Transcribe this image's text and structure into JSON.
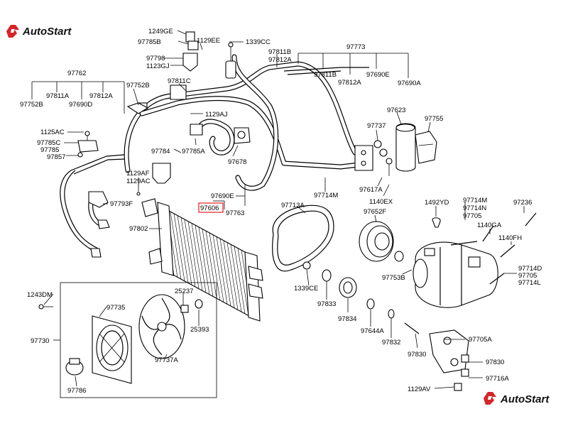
{
  "brand": {
    "name": "AutoStart",
    "accent": "#d8232a"
  },
  "highlight_color": "#e02020",
  "labels": {
    "l1249GE": "1249GE",
    "l97785B": "97785B",
    "l1129EE": "1129EE",
    "l1339CC": "1339CC",
    "l97773": "97773",
    "l97811B_top": "97811B",
    "l97812A_top": "97812A",
    "l97762": "97762",
    "l97798": "97798",
    "l1123GJ": "1123GJ",
    "l97811A": "97811A",
    "l97812A_left": "97812A",
    "l97752B_top": "97752B",
    "l97752B": "97752B",
    "l97690D": "97690D",
    "l97811C": "97811C",
    "l97811B_r": "97811B",
    "l97812A_r": "97812A",
    "l97690E_r": "97690E",
    "l97690A": "97690A",
    "l1129AJ": "1129AJ",
    "l1125AC": "1125AC",
    "l97785C": "97785C",
    "l97785": "97785",
    "l97857": "97857",
    "l97784": "97784",
    "l97785A": "97785A",
    "l97678": "97678",
    "l97623": "97623",
    "l97737": "97737",
    "l97755": "97755",
    "l1129AF": "1129AF",
    "l1129AC": "1129AC",
    "l97690E": "97690E",
    "l97606": "97606",
    "l97763": "97763",
    "l97793F": "97793F",
    "l97714M": "97714M",
    "l97617A": "97617A",
    "l1140EX": "1140EX",
    "l97713A": "97713A",
    "l97652F": "97652F",
    "l1492YD": "1492YD",
    "l97714M_r": "97714M",
    "l97714N": "97714N",
    "l97705": "97705",
    "l97236": "97236",
    "l1140GA": "1140GA",
    "l1140FH": "1140FH",
    "l97802": "97802",
    "l97753B": "97753B",
    "l97714D": "97714D",
    "l97705_b": "97705",
    "l97714L": "97714L",
    "l1339CE": "1339CE",
    "l97833": "97833",
    "l97834": "97834",
    "l97644A": "97644A",
    "l97832": "97832",
    "l1243DM": "1243DM",
    "l97735": "97735",
    "l25237": "25237",
    "l25393": "25393",
    "l97730": "97730",
    "l97737A": "97737A",
    "l97786": "97786",
    "l97830": "97830",
    "l97705A": "97705A",
    "l97830_b": "97830",
    "l97716A": "97716A",
    "l1129AV": "1129AV"
  }
}
